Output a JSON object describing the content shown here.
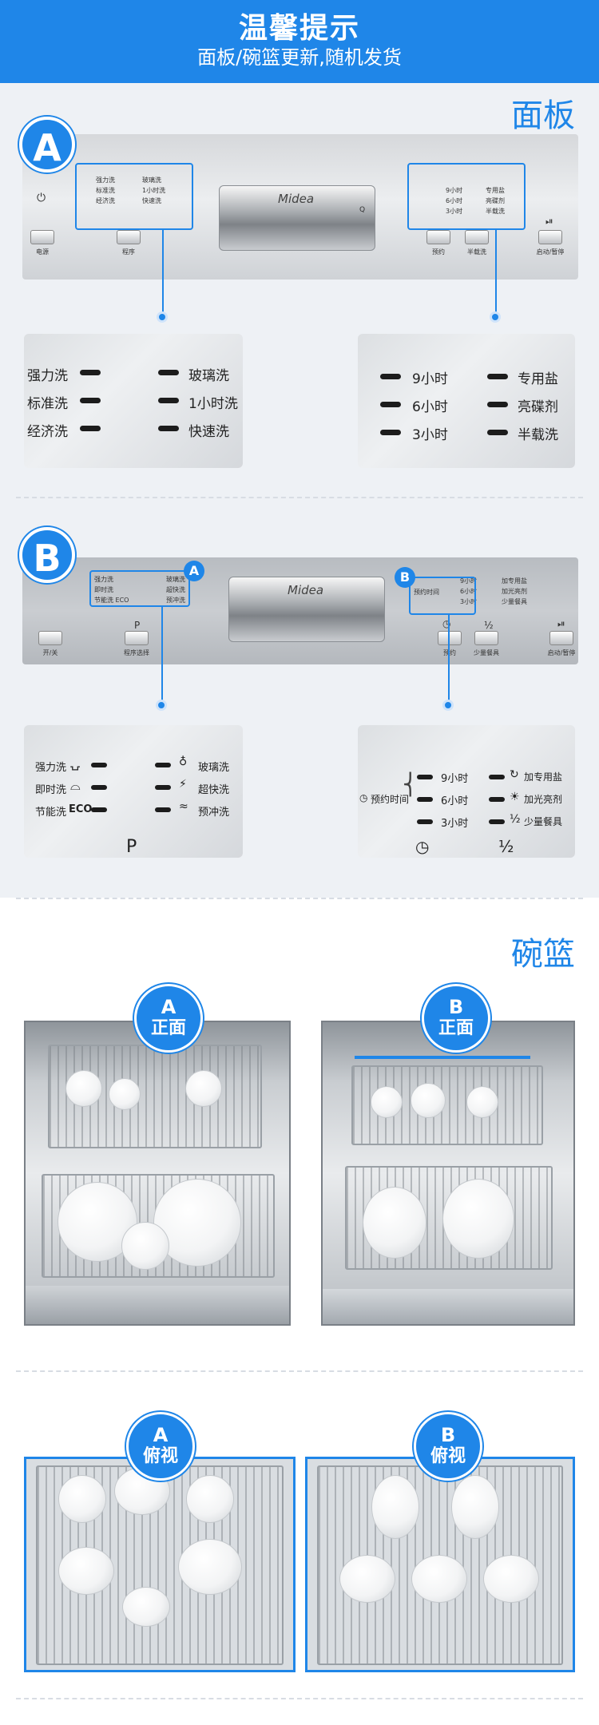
{
  "banner": {
    "title": "温馨提示",
    "subtitle": "面板/碗篮更新,随机发货"
  },
  "panel_section": {
    "title": "面板"
  },
  "panelA": {
    "badge": "A",
    "brand": "Midea",
    "brand_mark": "Q",
    "tiny_left": [
      "强力洗",
      "标准洗",
      "经济洗"
    ],
    "tiny_left2": [
      "玻璃洗",
      "1小时洗",
      "快速洗"
    ],
    "tiny_right": [
      "9小时",
      "6小时",
      "3小时"
    ],
    "tiny_right2": [
      "专用盐",
      "亮碟剂",
      "半载洗"
    ],
    "buttons": [
      "电源",
      "程序",
      "预约",
      "半载洗",
      "启动/暂停"
    ],
    "zoom_left": {
      "col1": [
        "强力洗",
        "标准洗",
        "经济洗"
      ],
      "col2": [
        "玻璃洗",
        "1小时洗",
        "快速洗"
      ]
    },
    "zoom_right": {
      "col1": [
        "9小时",
        "6小时",
        "3小时"
      ],
      "col2": [
        "专用盐",
        "亮碟剂",
        "半载洗"
      ]
    }
  },
  "panelB": {
    "badge": "B",
    "brand": "Midea",
    "small_badge_a": "A",
    "small_badge_b": "B",
    "tiny_left": [
      "强力洗",
      "即时洗",
      "节能洗 ECO"
    ],
    "tiny_left2": [
      "玻璃洗",
      "超快洗",
      "预冲洗"
    ],
    "tiny_right": [
      "9小时",
      "6小时",
      "3小时"
    ],
    "tiny_right_label": "预约时间",
    "tiny_right2": [
      "加专用盐",
      "加光亮剂",
      "少量餐具"
    ],
    "buttons": [
      "开/关",
      "程序选择",
      "预约",
      "少量餐具",
      "启动/暂停"
    ],
    "button_marks": [
      "P",
      "½"
    ],
    "zoom_left": {
      "col1": [
        "强力洗",
        "即时洗",
        "节能洗"
      ],
      "eco": "ECO",
      "col2": [
        "玻璃洗",
        "超快洗",
        "预冲洗"
      ],
      "bottom_mark": "P"
    },
    "zoom_right": {
      "label": "预约时间",
      "col1": [
        "9小时",
        "6小时",
        "3小时"
      ],
      "col2": [
        "加专用盐",
        "加光亮剂",
        "少量餐具"
      ],
      "bottom_mark": "½"
    }
  },
  "basket_section": {
    "title": "碗篮",
    "front_a": {
      "l1": "A",
      "l2": "正面"
    },
    "front_b": {
      "l1": "B",
      "l2": "正面"
    },
    "top_a": {
      "l1": "A",
      "l2": "俯视"
    },
    "top_b": {
      "l1": "B",
      "l2": "俯视"
    }
  },
  "colors": {
    "accent": "#1f86e8",
    "panel_bg": "#eef1f5"
  }
}
